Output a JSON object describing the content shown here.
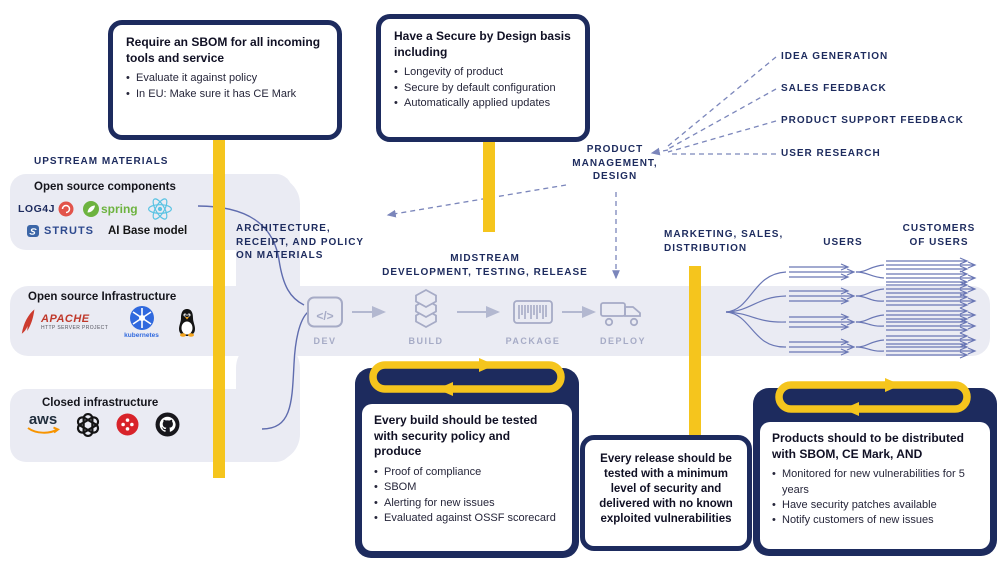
{
  "colors": {
    "navy": "#1d2b5e",
    "yellow": "#f5c51d",
    "slate": "#6a77b5",
    "band_gray": "#eaebf3"
  },
  "callouts": {
    "sbom": {
      "title": "Require an SBOM for all incoming tools and service",
      "bullets": [
        "Evaluate it against policy",
        "In EU: Make sure it has CE Mark"
      ]
    },
    "secure": {
      "title": "Have a Secure by Design basis including",
      "bullets": [
        "Longevity of product",
        "Secure by default configuration",
        "Automatically applied updates"
      ]
    },
    "build": {
      "title": "Every build should be tested with security policy and produce",
      "bullets": [
        "Proof of compliance",
        "SBOM",
        "Alerting for new issues",
        "Evaluated against OSSF scorecard"
      ]
    },
    "release": {
      "title": "Every release should be tested with a minimum level of security and delivered with no known exploited vulnerabilities"
    },
    "distribute": {
      "title": "Products should to be distributed with SBOM, CE Mark, AND",
      "bullets": [
        "Monitored for new vulnerabilities for 5 years",
        "Have security patches available",
        "Notify customers of new issues"
      ]
    }
  },
  "feedback": [
    "IDEA GENERATION",
    "SALES FEEDBACK",
    "PRODUCT SUPPORT FEEDBACK",
    "USER RESEARCH"
  ],
  "labels": {
    "upstream": "UPSTREAM MATERIALS",
    "product_mgmt": [
      "PRODUCT",
      "MANAGEMENT,",
      "DESIGN"
    ],
    "architecture": [
      "ARCHITECTURE,",
      "RECEIPT, AND POLICY",
      "ON MATERIALS"
    ],
    "midstream": [
      "MIDSTREAM",
      "DEVELOPMENT, TESTING, RELEASE"
    ],
    "marketing": [
      "MARKETING, SALES,",
      "DISTRIBUTION"
    ],
    "users": "USERS",
    "customers": [
      "CUSTOMERS",
      "OF USERS"
    ]
  },
  "sections": {
    "components": {
      "label": "Open source components",
      "logos": {
        "log4j": "LOG4J",
        "spring": "spring",
        "struts": "STRUTS",
        "ai": "AI Base model"
      }
    },
    "infrastructure": {
      "label": "Open source Infrastructure",
      "apache_line1": "APACHE",
      "apache_line2": "HTTP SERVER PROJECT",
      "kubernetes": "kubernetes"
    },
    "closed": {
      "label": "Closed infrastructure",
      "aws": "aws"
    }
  },
  "pipeline": [
    "DEV",
    "BUILD",
    "PACKAGE",
    "DEPLOY"
  ],
  "dev_glyph": "</>"
}
